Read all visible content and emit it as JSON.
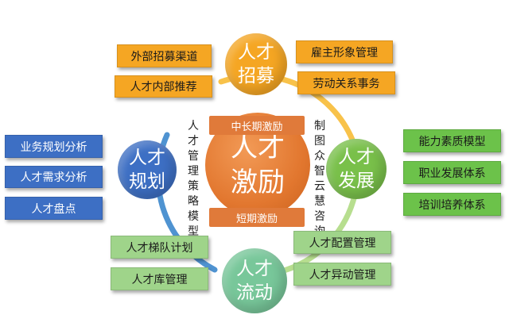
{
  "center": {
    "line1": "人才",
    "line2": "激励",
    "top_band": "中长期激励",
    "bottom_band": "短期激励"
  },
  "side_text": {
    "left": "人才管理策略模型",
    "right": "制图众智云慧咨询"
  },
  "nodes": {
    "recruit": {
      "line1": "人才",
      "line2": "招募",
      "color": "#f5a623"
    },
    "plan": {
      "line1": "人才",
      "line2": "规划",
      "color": "#3d6fc4"
    },
    "develop": {
      "line1": "人才",
      "line2": "发展",
      "color": "#79c04a"
    },
    "flow": {
      "line1": "人才",
      "line2": "流动",
      "color": "#78c79a"
    }
  },
  "labels": {
    "recruit_left": [
      "外部招募渠道",
      "人才内部推荐"
    ],
    "recruit_right": [
      "雇主形象管理",
      "劳动关系事务"
    ],
    "plan": [
      "业务规划分析",
      "人才需求分析",
      "人才盘点"
    ],
    "develop": [
      "能力素质模型",
      "职业发展体系",
      "培训培养体系"
    ],
    "flow_left": [
      "人才梯队计划",
      "人才库管理"
    ],
    "flow_right": [
      "人才配置管理",
      "人才异动管理"
    ]
  },
  "colors": {
    "ring_orange": "#f8c24a",
    "ring_green": "#b7de8f",
    "ring_blue": "#4f93d1",
    "center": "#e2772f"
  }
}
